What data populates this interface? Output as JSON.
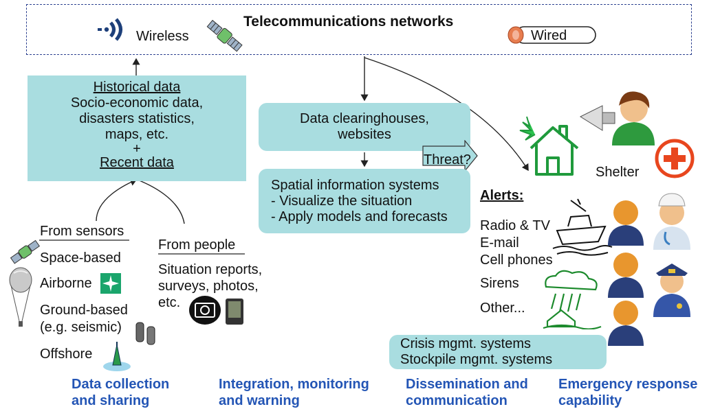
{
  "network": {
    "title": "Telecommunications networks",
    "wireless": "Wireless",
    "wired": "Wired"
  },
  "historical": {
    "heading": "Historical data",
    "lines": [
      "Socio-economic data,",
      "disasters statistics,",
      "maps, etc."
    ],
    "plus": "+",
    "recent": "Recent data"
  },
  "sensors": {
    "heading": "From sensors",
    "items": [
      "Space-based",
      "Airborne",
      "Ground-based",
      "(e.g. seismic)",
      "Offshore"
    ]
  },
  "people": {
    "heading": "From people",
    "lines": [
      "Situation reports,",
      "surveys, photos,",
      "etc."
    ]
  },
  "integration": {
    "clearing": [
      "Data clearinghouses,",
      "websites"
    ],
    "threat": "Threat?",
    "spatial": [
      "Spatial information systems",
      "- Visualize the situation",
      "- Apply models and forecasts"
    ]
  },
  "alerts": {
    "heading": "Alerts:",
    "items": [
      "Radio & TV",
      "E-mail",
      "Cell phones",
      "Sirens",
      "Other..."
    ]
  },
  "shelter": "Shelter",
  "crisis": [
    "Crisis mgmt. systems",
    "Stockpile mgmt. systems"
  ],
  "footer": {
    "col1": [
      "Data collection",
      "and sharing"
    ],
    "col2": [
      "Integration, monitoring",
      "and warning"
    ],
    "col3": [
      "Dissemination and",
      "communication"
    ],
    "col4": [
      "Emergency response",
      "capability"
    ]
  },
  "colors": {
    "box_fill": "#a9dde0",
    "footer_text": "#2355b5",
    "network_border": "#2a3f8f",
    "person_orange": "#e8962e",
    "red_cross": "#e8461e",
    "green_icon": "#1f9a3c"
  }
}
